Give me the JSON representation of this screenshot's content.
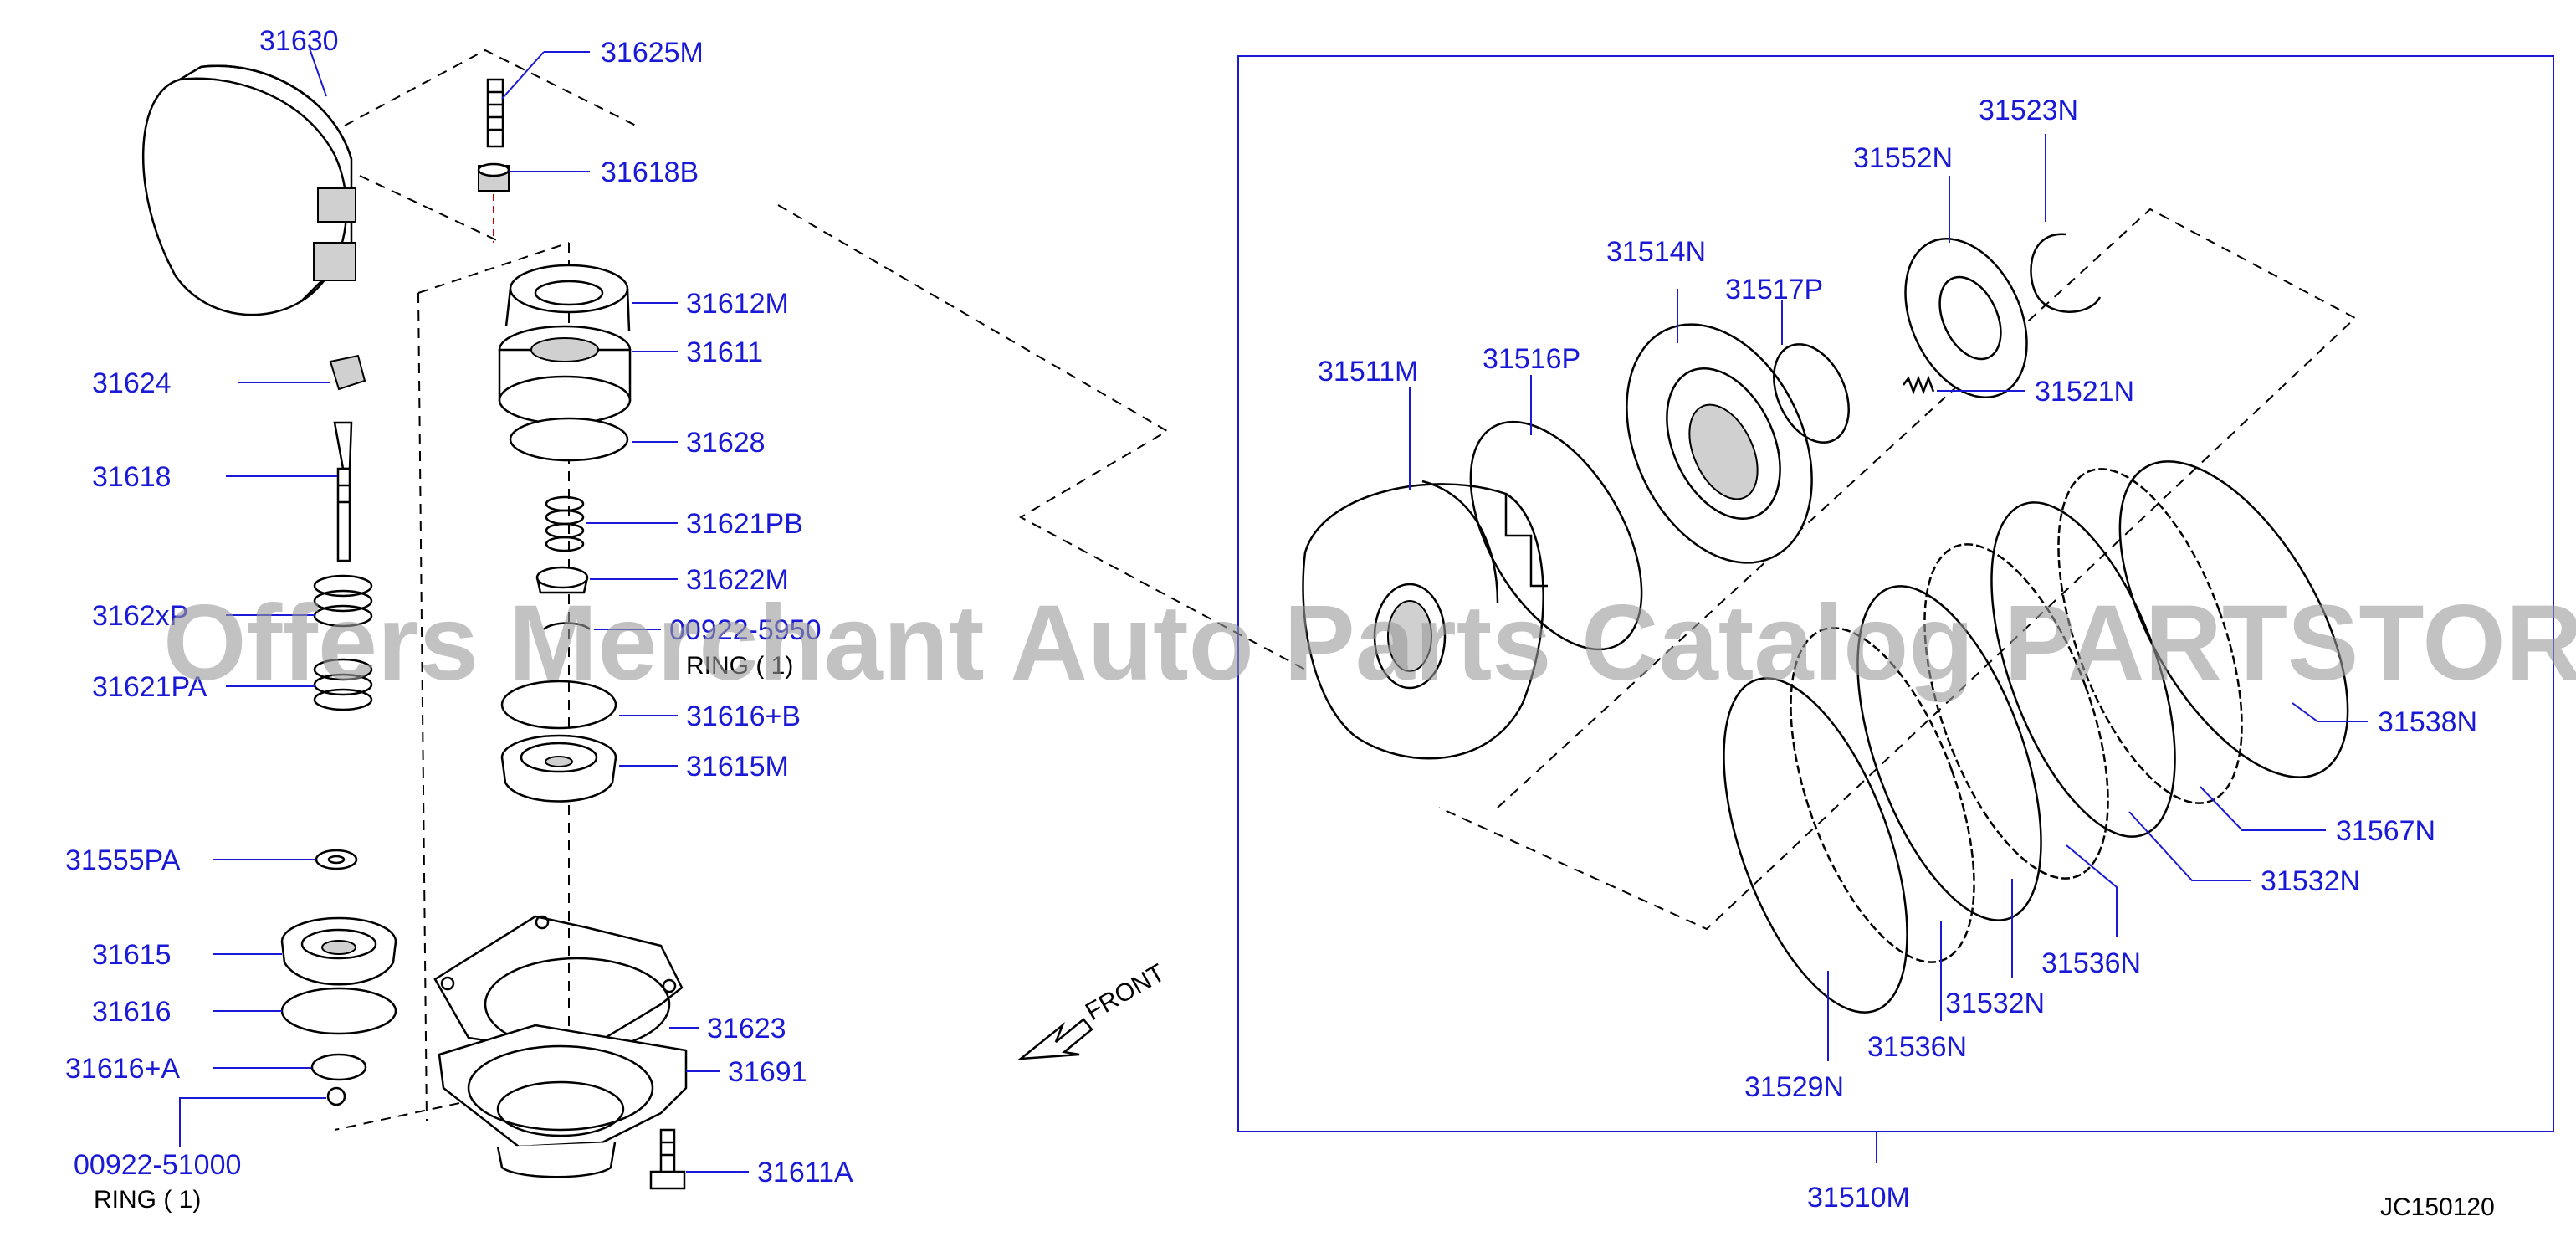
{
  "diagram_code": "JC150120",
  "watermark": "Offers Merchant Auto Parts Catalog PARTSTORE.SA",
  "front_label": "FRONT",
  "parts": {
    "p31630": "31630",
    "p31625M": "31625M",
    "p31618B": "31618B",
    "p31612M": "31612M",
    "p31611": "31611",
    "p31628": "31628",
    "p31621PB": "31621PB",
    "p31622M": "31622M",
    "p00922_5950": "00922-5950",
    "ring_top": "RING ( 1)",
    "p31616B": "31616+B",
    "p31615M": "31615M",
    "p31624": "31624",
    "p31618": "31618",
    "p3162xP": "3162xP",
    "p31621PA": "31621PA",
    "p31555PA": "31555PA",
    "p31615": "31615",
    "p31616": "31616",
    "p31616A": "31616+A",
    "p00922_51000": "00922-51000",
    "ring_bottom": "RING ( 1)",
    "p31623": "31623",
    "p31691": "31691",
    "p31611A": "31611A",
    "p31523N": "31523N",
    "p31552N": "31552N",
    "p31514N": "31514N",
    "p31517P": "31517P",
    "p31511M": "31511M",
    "p31516P": "31516P",
    "p31521N": "31521N",
    "p31538N": "31538N",
    "p31567N": "31567N",
    "p31532N_a": "31532N",
    "p31536N_a": "31536N",
    "p31532N_b": "31532N",
    "p31536N_b": "31536N",
    "p31529N": "31529N",
    "p31510M": "31510M"
  }
}
